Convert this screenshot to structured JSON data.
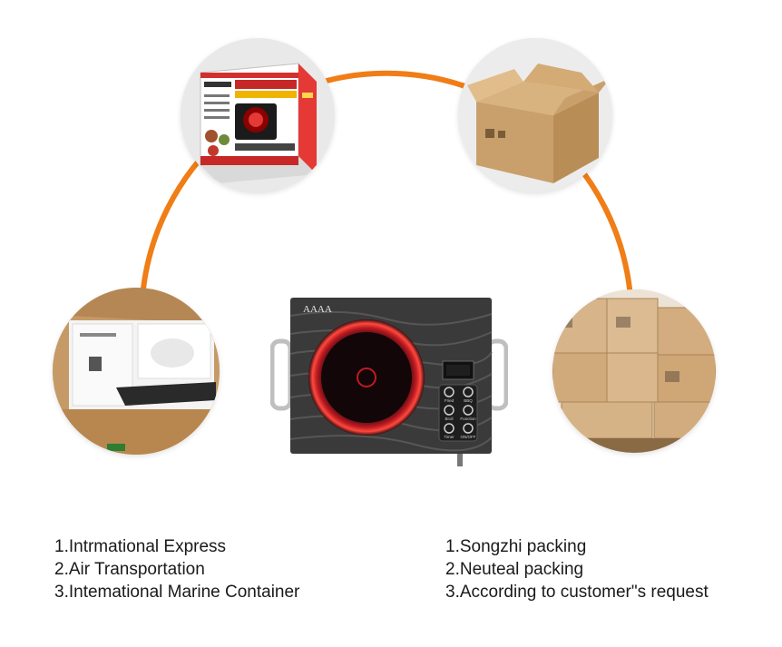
{
  "accent_color": "#f07d16",
  "product": {
    "brand_mark": "AAAA",
    "buttons": [
      "Fried",
      "BBQ",
      "Broil",
      "Function",
      "Timer",
      "ON/OFF"
    ]
  },
  "shipping_list": [
    "1.Intrmational Express",
    "2.Air Transportation",
    "3.Intemational Marine Container"
  ],
  "packing_list": [
    "1.Songzhi packing",
    "2.Neuteal packing",
    "3.According to customer\"s request"
  ]
}
